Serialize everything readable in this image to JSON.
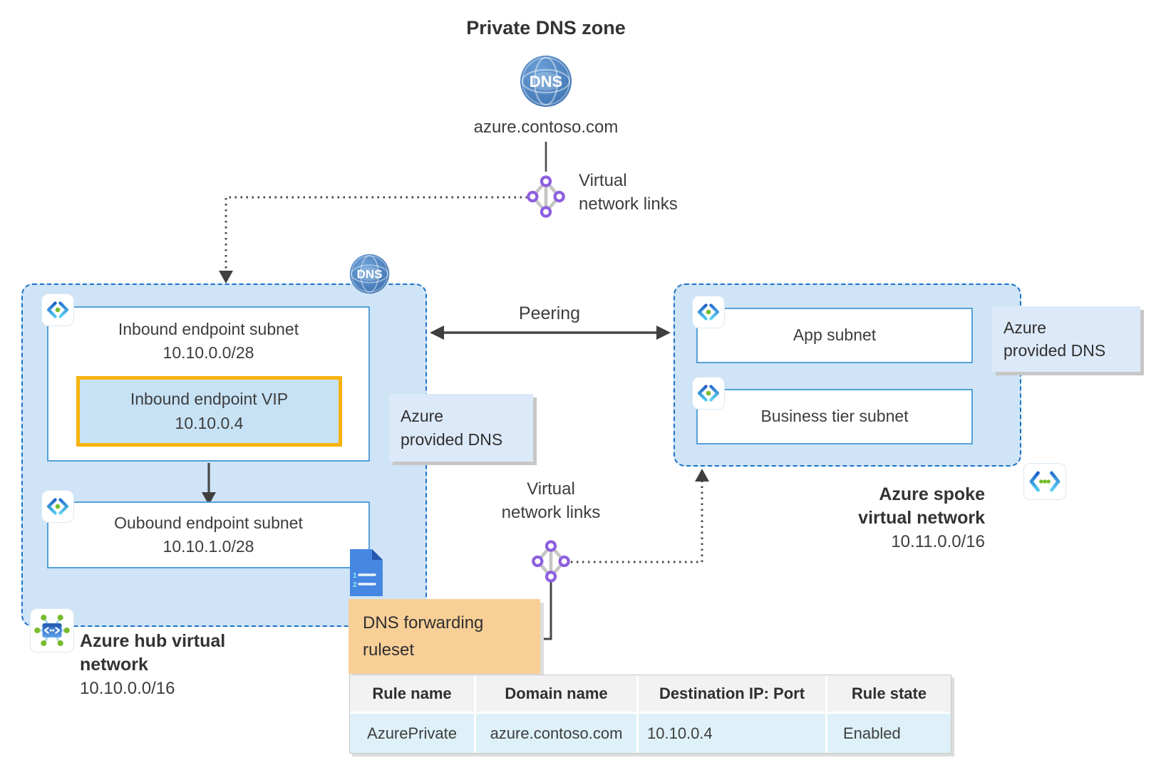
{
  "private_dns_zone": {
    "title": "Private DNS zone",
    "globe_text": "DNS",
    "domain": "azure.contoso.com"
  },
  "vnl_top": {
    "lines": [
      "Virtual",
      "network links"
    ]
  },
  "hub": {
    "globe_text": "DNS",
    "inbound_subnet": {
      "title": "Inbound endpoint subnet",
      "cidr": "10.10.0.0/28"
    },
    "vip": {
      "title": "Inbound endpoint VIP",
      "ip": "10.10.0.4"
    },
    "outbound_subnet": {
      "title": "Oubound endpoint subnet",
      "cidr": "10.10.1.0/28"
    },
    "label_lines": [
      "Azure hub virtual",
      "network"
    ],
    "cidr": "10.10.0.0/16"
  },
  "dns_note_left": {
    "lines": [
      "Azure",
      "provided DNS"
    ]
  },
  "peering": {
    "label": "Peering"
  },
  "spoke": {
    "app_subnet": "App subnet",
    "business_subnet": "Business tier subnet",
    "label_lines": [
      "Azure spoke",
      "virtual network"
    ],
    "cidr": "10.11.0.0/16"
  },
  "dns_note_right": {
    "lines": [
      "Azure",
      "provided DNS"
    ]
  },
  "vnl_mid": {
    "lines": [
      "Virtual",
      "network links"
    ]
  },
  "ruleset_box": {
    "lines": [
      "DNS forwarding",
      "ruleset"
    ]
  },
  "ruleset_table": {
    "headers": [
      "Rule name",
      "Domain name",
      "Destination IP: Port",
      "Rule state"
    ],
    "rows": [
      {
        "rule_name": "AzurePrivate",
        "domain_name": "azure.contoso.com",
        "destination": "10.10.0.4",
        "rule_state": "Enabled"
      }
    ]
  },
  "colors": {
    "vnet_fill": "#cfe4f6",
    "vnet_border": "#1b72c8",
    "subnet_box_border": "#55a1d9",
    "vip_gold": "#f6b30e",
    "dns_note_fill": "#dce9f8",
    "ruleset_orange": "#f8cf97",
    "table_header_bg": "#f2f2f2",
    "table_row_bg": "#def1f9",
    "link_purple": "#8d5fe0",
    "subnet_green": "#76bc2d",
    "globe_blue": "#3a6fae",
    "connector_gray": "#4a4a4a"
  }
}
